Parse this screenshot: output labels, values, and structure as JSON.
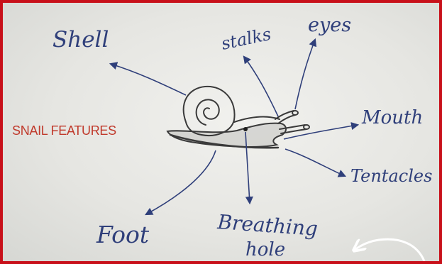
{
  "title": "SNAIL FEATURES",
  "labels": {
    "shell": "Shell",
    "stalks": "stalks",
    "eyes": "eyes",
    "mouth": "Mouth",
    "tentacles": "Tentacles",
    "breathing_line1": "Breathing",
    "breathing_line2": "hole",
    "foot": "Foot"
  },
  "colors": {
    "frame": "#c8101a",
    "board": "#e8e8e4",
    "ink": "#2f3f7a",
    "drawing": "#3a3a3a",
    "title": "#c0392b",
    "curved_arrow": "#ffffff"
  }
}
